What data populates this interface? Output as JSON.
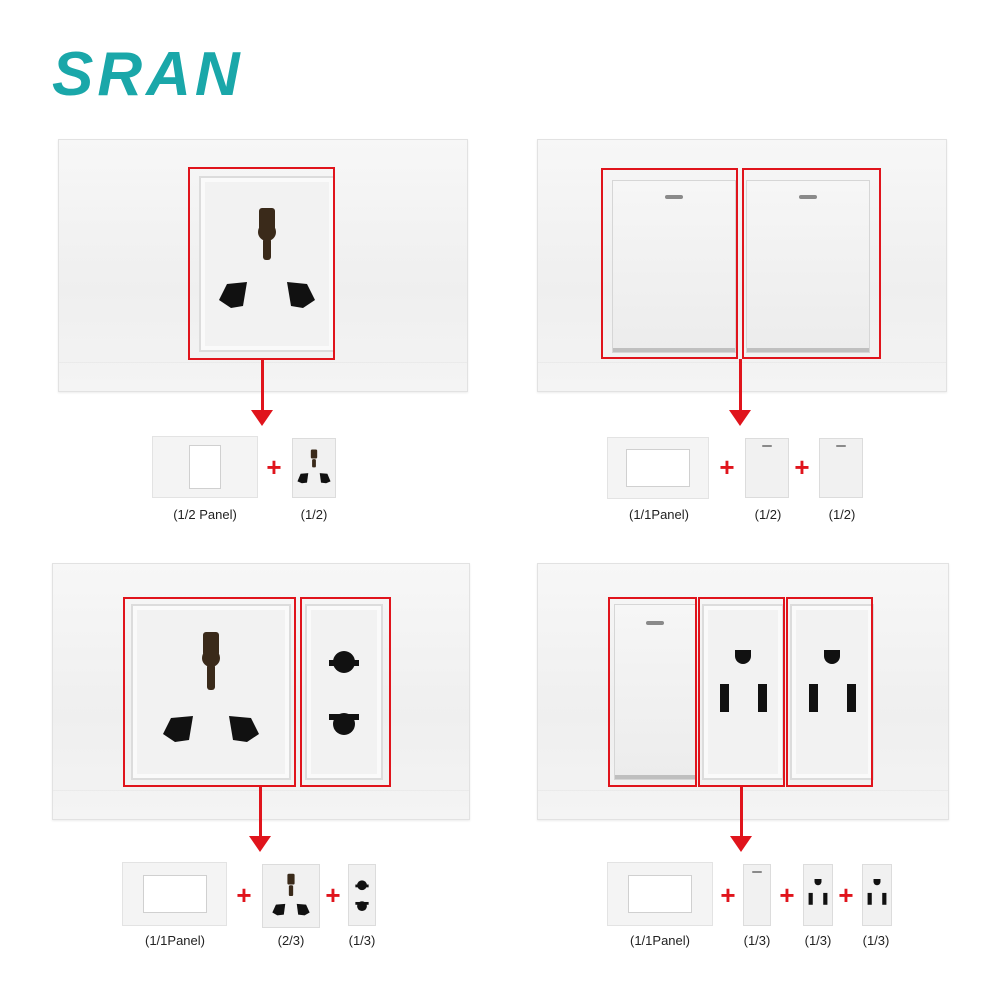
{
  "brand": {
    "logo_text": "SRAN",
    "logo_color": "#1aa7a9"
  },
  "accent_color": "#e0141c",
  "plus_sign": "+",
  "captions": {
    "c1": [
      "(1/2 Panel)",
      "(1/2)"
    ],
    "c2": [
      "(1/1Panel)",
      "(1/2)",
      "(1/2)"
    ],
    "c3": [
      "(1/1Panel)",
      "(2/3)",
      "(1/3)"
    ],
    "c4": [
      "(1/1Panel)",
      "(1/3)",
      "(1/3)",
      "(1/3)"
    ]
  },
  "icons": [
    "universal-socket-icon",
    "rocker-switch-icon",
    "two-pin-socket-icon",
    "us-socket-icon"
  ]
}
